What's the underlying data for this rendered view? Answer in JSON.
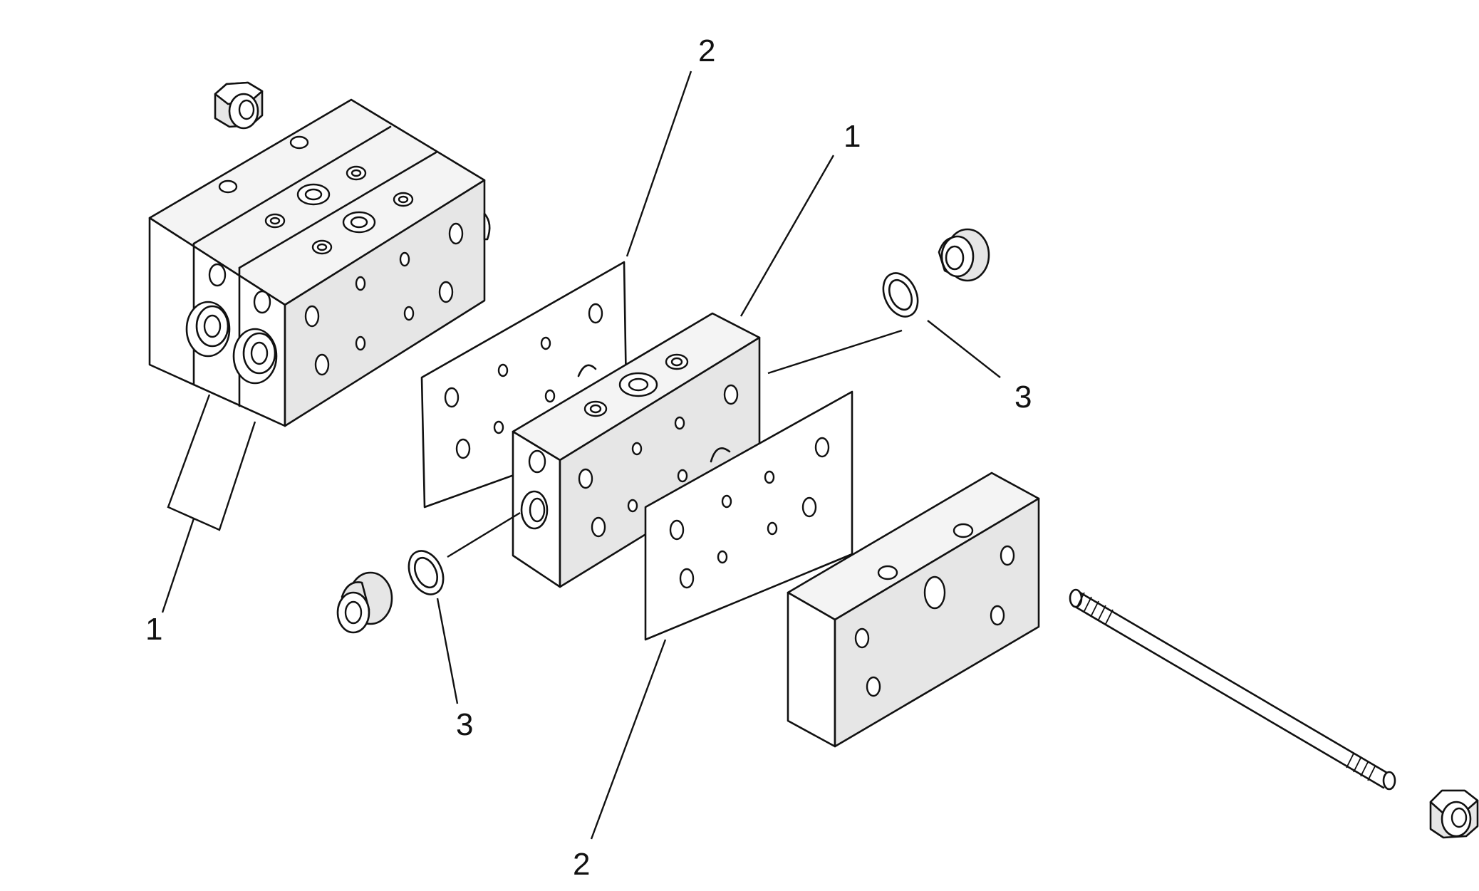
{
  "callouts": {
    "c1a": "1",
    "c1b": "1",
    "c2a": "2",
    "c2b": "2",
    "c3a": "3",
    "c3b": "3"
  }
}
